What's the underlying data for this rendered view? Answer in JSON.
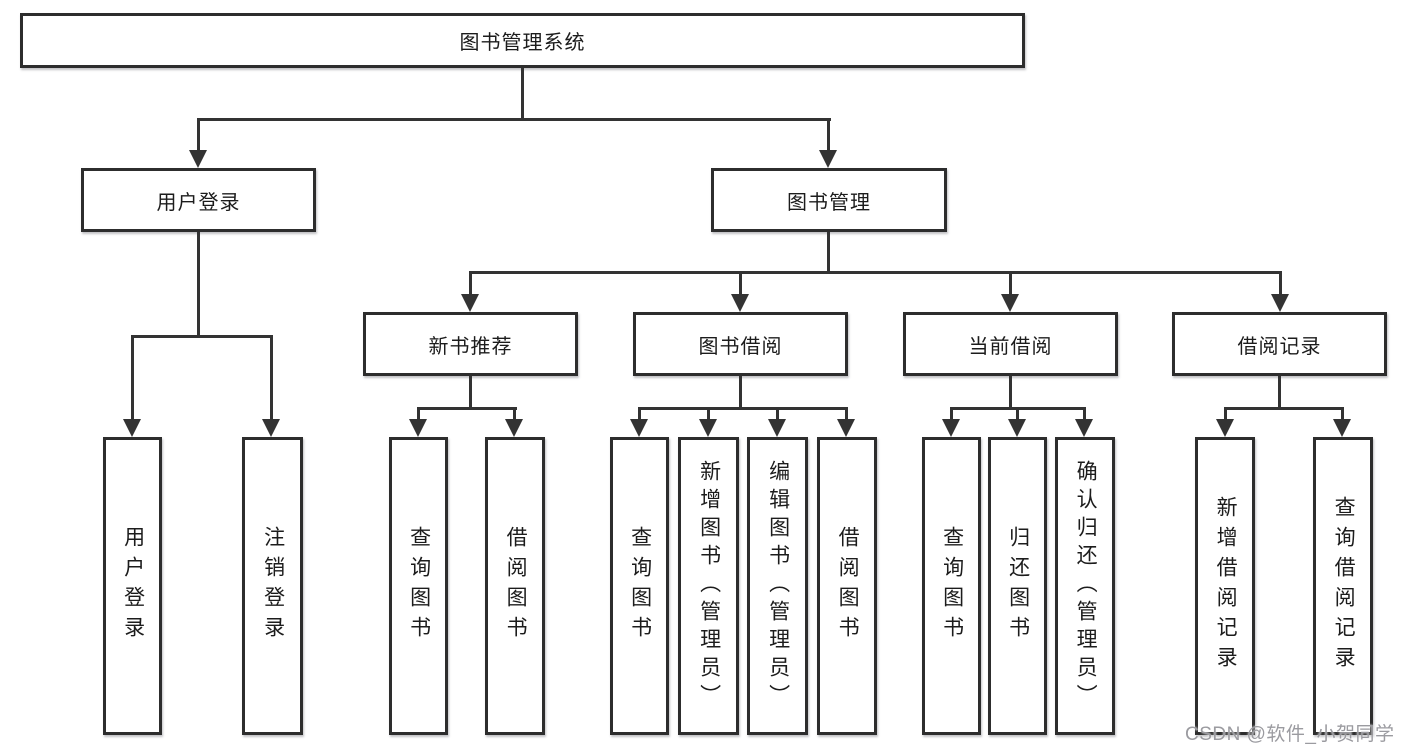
{
  "diagram": {
    "root": {
      "label": "图书管理系统"
    },
    "branches": [
      {
        "label": "用户登录",
        "children": [
          {
            "label": "用户登录"
          },
          {
            "label": "注销登录"
          }
        ]
      },
      {
        "label": "图书管理",
        "children": [
          {
            "label": "新书推荐",
            "children": [
              {
                "label": "查询图书"
              },
              {
                "label": "借阅图书"
              }
            ]
          },
          {
            "label": "图书借阅",
            "children": [
              {
                "label": "查询图书"
              },
              {
                "label": "新增图书（管理员）"
              },
              {
                "label": "编辑图书（管理员）"
              },
              {
                "label": "借阅图书"
              }
            ]
          },
          {
            "label": "当前借阅",
            "children": [
              {
                "label": "查询图书"
              },
              {
                "label": "归还图书"
              },
              {
                "label": "确认归还（管理员）"
              }
            ]
          },
          {
            "label": "借阅记录",
            "children": [
              {
                "label": "新增借阅记录"
              },
              {
                "label": "查询借阅记录"
              }
            ]
          }
        ]
      }
    ]
  },
  "watermark": {
    "text": "CSDN @软件_小贺同学",
    "color": "#9b9ba0"
  },
  "colors": {
    "line": "#333333",
    "box_border": "#2d2d2d",
    "box_background": "#ffffff",
    "text": "#1c1c1c"
  }
}
